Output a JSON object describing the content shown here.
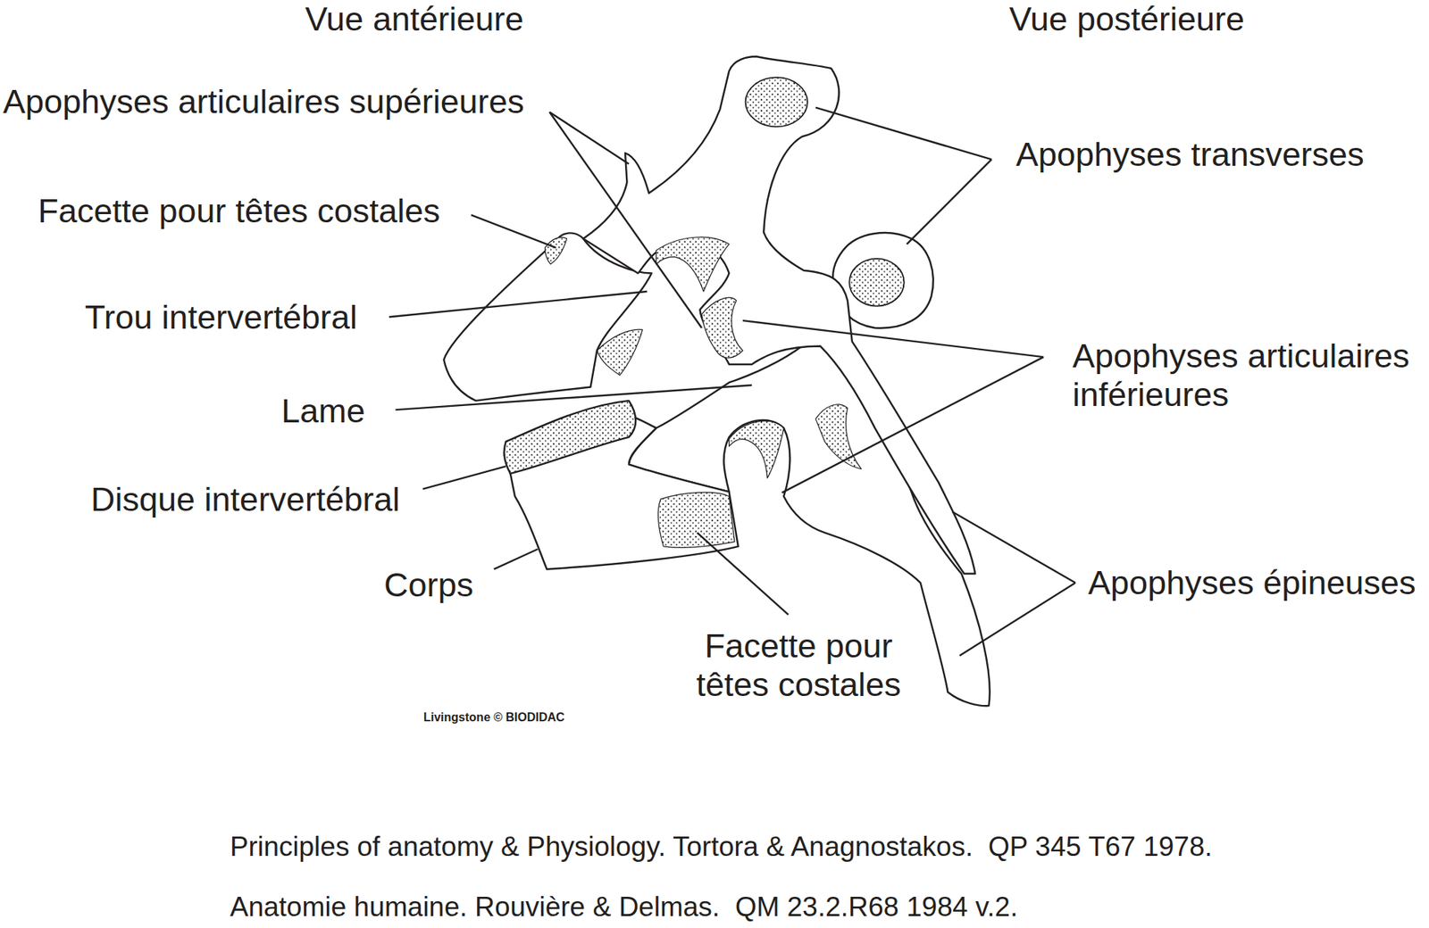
{
  "diagram": {
    "labels": [
      "Vue antérieure",
      "Vue postérieure",
      "Apophyses articulaires supérieures",
      "Facette pour têtes costales",
      "Trou intervertébral",
      "Lame",
      "Disque intervertébral",
      "Corps",
      "Facette pour têtes costales",
      "Apophyses transverses",
      "Apophyses articulaires inférieures",
      "Apophyses épineuses",
      "Livingstone © BIODIDAC",
      "Principles of anatomy & Physiology. Tortora & Anagnostakos.  QP 345 T67 1978.",
      "Anatomie humaine. Rouvière & Delmas.  QM 23.2.R68 1984 v.2."
    ]
  }
}
